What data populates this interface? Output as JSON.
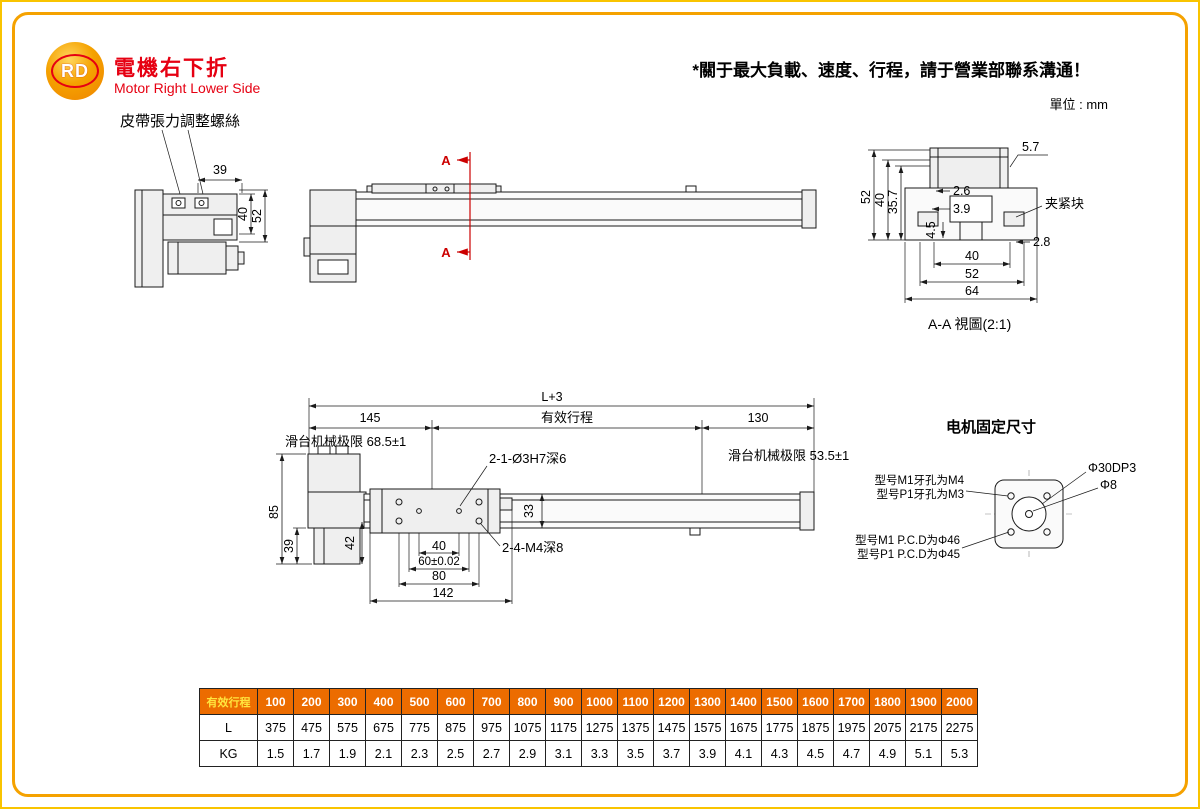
{
  "header": {
    "logo_text": "RD",
    "title_cn": "電機右下折",
    "title_en": "Motor Right Lower Side",
    "notice": "*關于最大負載、速度、行程，請于營業部聯系溝通！",
    "unit": "單位 : mm"
  },
  "labels": {
    "belt_adjust": "皮帶張力調整螺絲"
  },
  "end_view": {
    "d39": "39",
    "d40": "40",
    "d52": "52"
  },
  "side_view": {
    "a": "A"
  },
  "section_aa": {
    "d5_7": "5.7",
    "d2_6": "2.6",
    "d3_9": "3.9",
    "d4_5": "4.5",
    "d35_7": "35.7",
    "d40_left": "40",
    "d52_left": "52",
    "clamp": "夹紧块",
    "d2_8": "2.8",
    "d40_bottom": "40",
    "d52_bottom": "52",
    "d64": "64",
    "caption": "A-A 視圖(2:1)"
  },
  "bottom_view": {
    "l3": "L+3",
    "d145": "145",
    "stroke_label": "有效行程",
    "d130": "130",
    "limit_left": "滑台机械极限 68.5±1",
    "limit_right": "滑台机械极限 53.5±1",
    "hole_top": "2-1-Ø3H7深6",
    "hole_bottom": "2-4-M4深8",
    "d85": "85",
    "d39": "39",
    "d42": "42",
    "d33": "33",
    "d40": "40",
    "d60": "60±0.02",
    "d80": "80",
    "d142": "142"
  },
  "motor_mount": {
    "title": "电机固定尺寸",
    "phi30": "Φ30DP3",
    "phi8": "Φ8",
    "m1_thread": "型号M1牙孔为M4",
    "p1_thread": "型号P1牙孔为M3",
    "m1_pcd": "型号M1 P.C.D为Φ46",
    "p1_pcd": "型号P1 P.C.D为Φ45"
  },
  "table": {
    "header": [
      "有效行程",
      "100",
      "200",
      "300",
      "400",
      "500",
      "600",
      "700",
      "800",
      "900",
      "1000",
      "1100",
      "1200",
      "1300",
      "1400",
      "1500",
      "1600",
      "1700",
      "1800",
      "1900",
      "2000"
    ],
    "row_l": [
      "L",
      "375",
      "475",
      "575",
      "675",
      "775",
      "875",
      "975",
      "1075",
      "1175",
      "1275",
      "1375",
      "1475",
      "1575",
      "1675",
      "1775",
      "1875",
      "1975",
      "2075",
      "2175",
      "2275"
    ],
    "row_kg": [
      "KG",
      "1.5",
      "1.7",
      "1.9",
      "2.1",
      "2.3",
      "2.5",
      "2.7",
      "2.9",
      "3.1",
      "3.3",
      "3.5",
      "3.7",
      "3.9",
      "4.1",
      "4.3",
      "4.5",
      "4.7",
      "4.9",
      "5.1",
      "5.3"
    ]
  },
  "colors": {
    "frame_orange": "#F5A200",
    "title_red": "#E60012",
    "section_red": "#CC0000",
    "table_header_bg": "#EC6C00",
    "table_header_first_text": "#FFE53E"
  }
}
